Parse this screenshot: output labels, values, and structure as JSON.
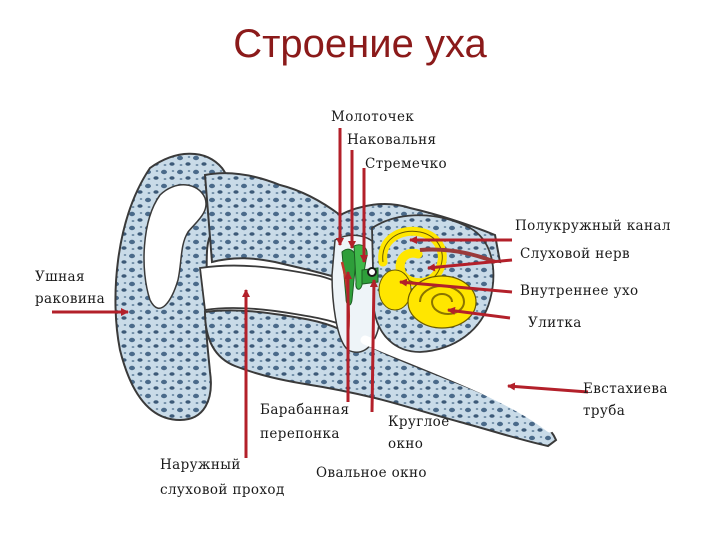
{
  "title": "Строение уха",
  "colors": {
    "title": "#8b1a1a",
    "arrow": "#b3202a",
    "outline": "#3a3a3a",
    "tissue": "#4a6a8a",
    "tissue_light": "#c9dbe8",
    "labyrinth": "#ffe600",
    "ossicles": "#2e9e3a"
  },
  "labels": {
    "hammer": "Молоточек",
    "anvil": "Наковальня",
    "stirrup": "Стремечко",
    "semicircular_canal": "Полукружный канал",
    "auditory_nerve": "Слуховой нерв",
    "auricle_line1": "Ушная",
    "auricle_line2": "раковина",
    "inner_ear": "Внутреннее ухо",
    "cochlea": "Улитка",
    "eustachian_line1": "Евстахиева",
    "eustachian_line2": "труба",
    "eardrum_line1": "Барабанная",
    "eardrum_line2": "перепонка",
    "round_window_line1": "Круглое",
    "round_window_line2": "окно",
    "ear_canal_line1": "Наружный",
    "ear_canal_line2": "слуховой проход",
    "oval_window": "Овальное окно"
  }
}
